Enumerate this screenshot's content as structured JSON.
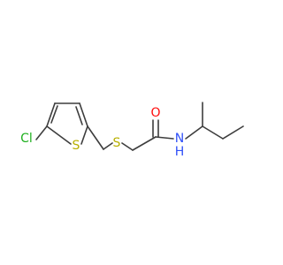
{
  "molecule": {
    "colors": {
      "bond": "#3d3d3d",
      "carbon": "#3d3d3d",
      "sulfur": "#b8b000",
      "oxygen": "#ff0d0d",
      "nitrogen": "#3050f8",
      "chlorine": "#1fb01f"
    },
    "atoms": {
      "cl": "Cl",
      "s_ring": "S",
      "s_thioether": "S",
      "o": "O",
      "nh_n": "N",
      "nh_h": "H"
    }
  }
}
